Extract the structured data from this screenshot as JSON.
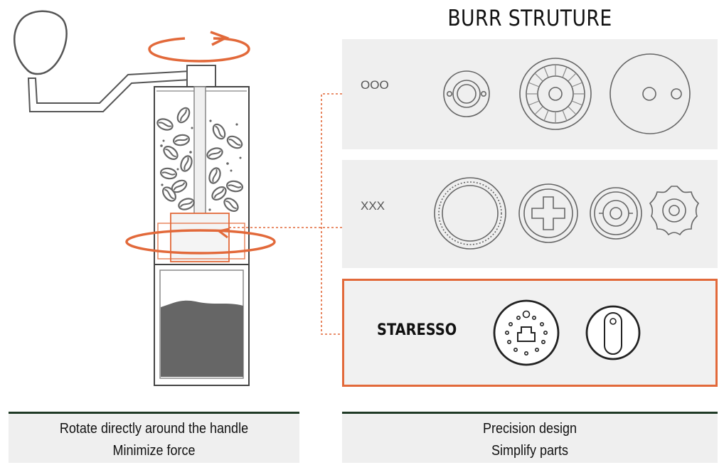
{
  "title": "BURR STRUTURE",
  "burr_types": [
    {
      "label": "OOO"
    },
    {
      "label": "XXX"
    },
    {
      "label": "STARESSO"
    }
  ],
  "captions": {
    "left": [
      "Rotate directly around the handle",
      "Minimize force"
    ],
    "right": [
      "Precision design",
      "Simplify parts"
    ]
  },
  "colors": {
    "accent": "#e2693a",
    "panel": "#efefef",
    "caption_rule": "#1f3a26",
    "line": "#555555",
    "ground_coffee": "#666666"
  }
}
